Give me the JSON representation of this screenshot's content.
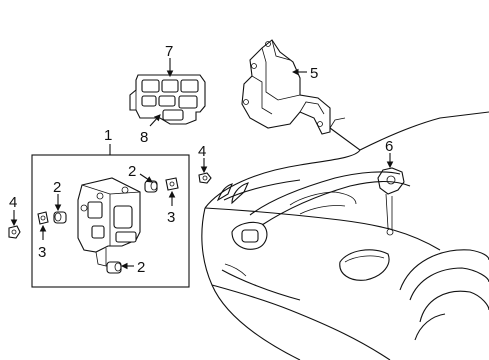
{
  "diagram": {
    "callouts": {
      "c1": "1",
      "c2a": "2",
      "c2b": "2",
      "c2c": "2",
      "c3a": "3",
      "c3b": "3",
      "c4a": "4",
      "c4b": "4",
      "c5": "5",
      "c6": "6",
      "c7": "7",
      "c8": "8"
    }
  }
}
